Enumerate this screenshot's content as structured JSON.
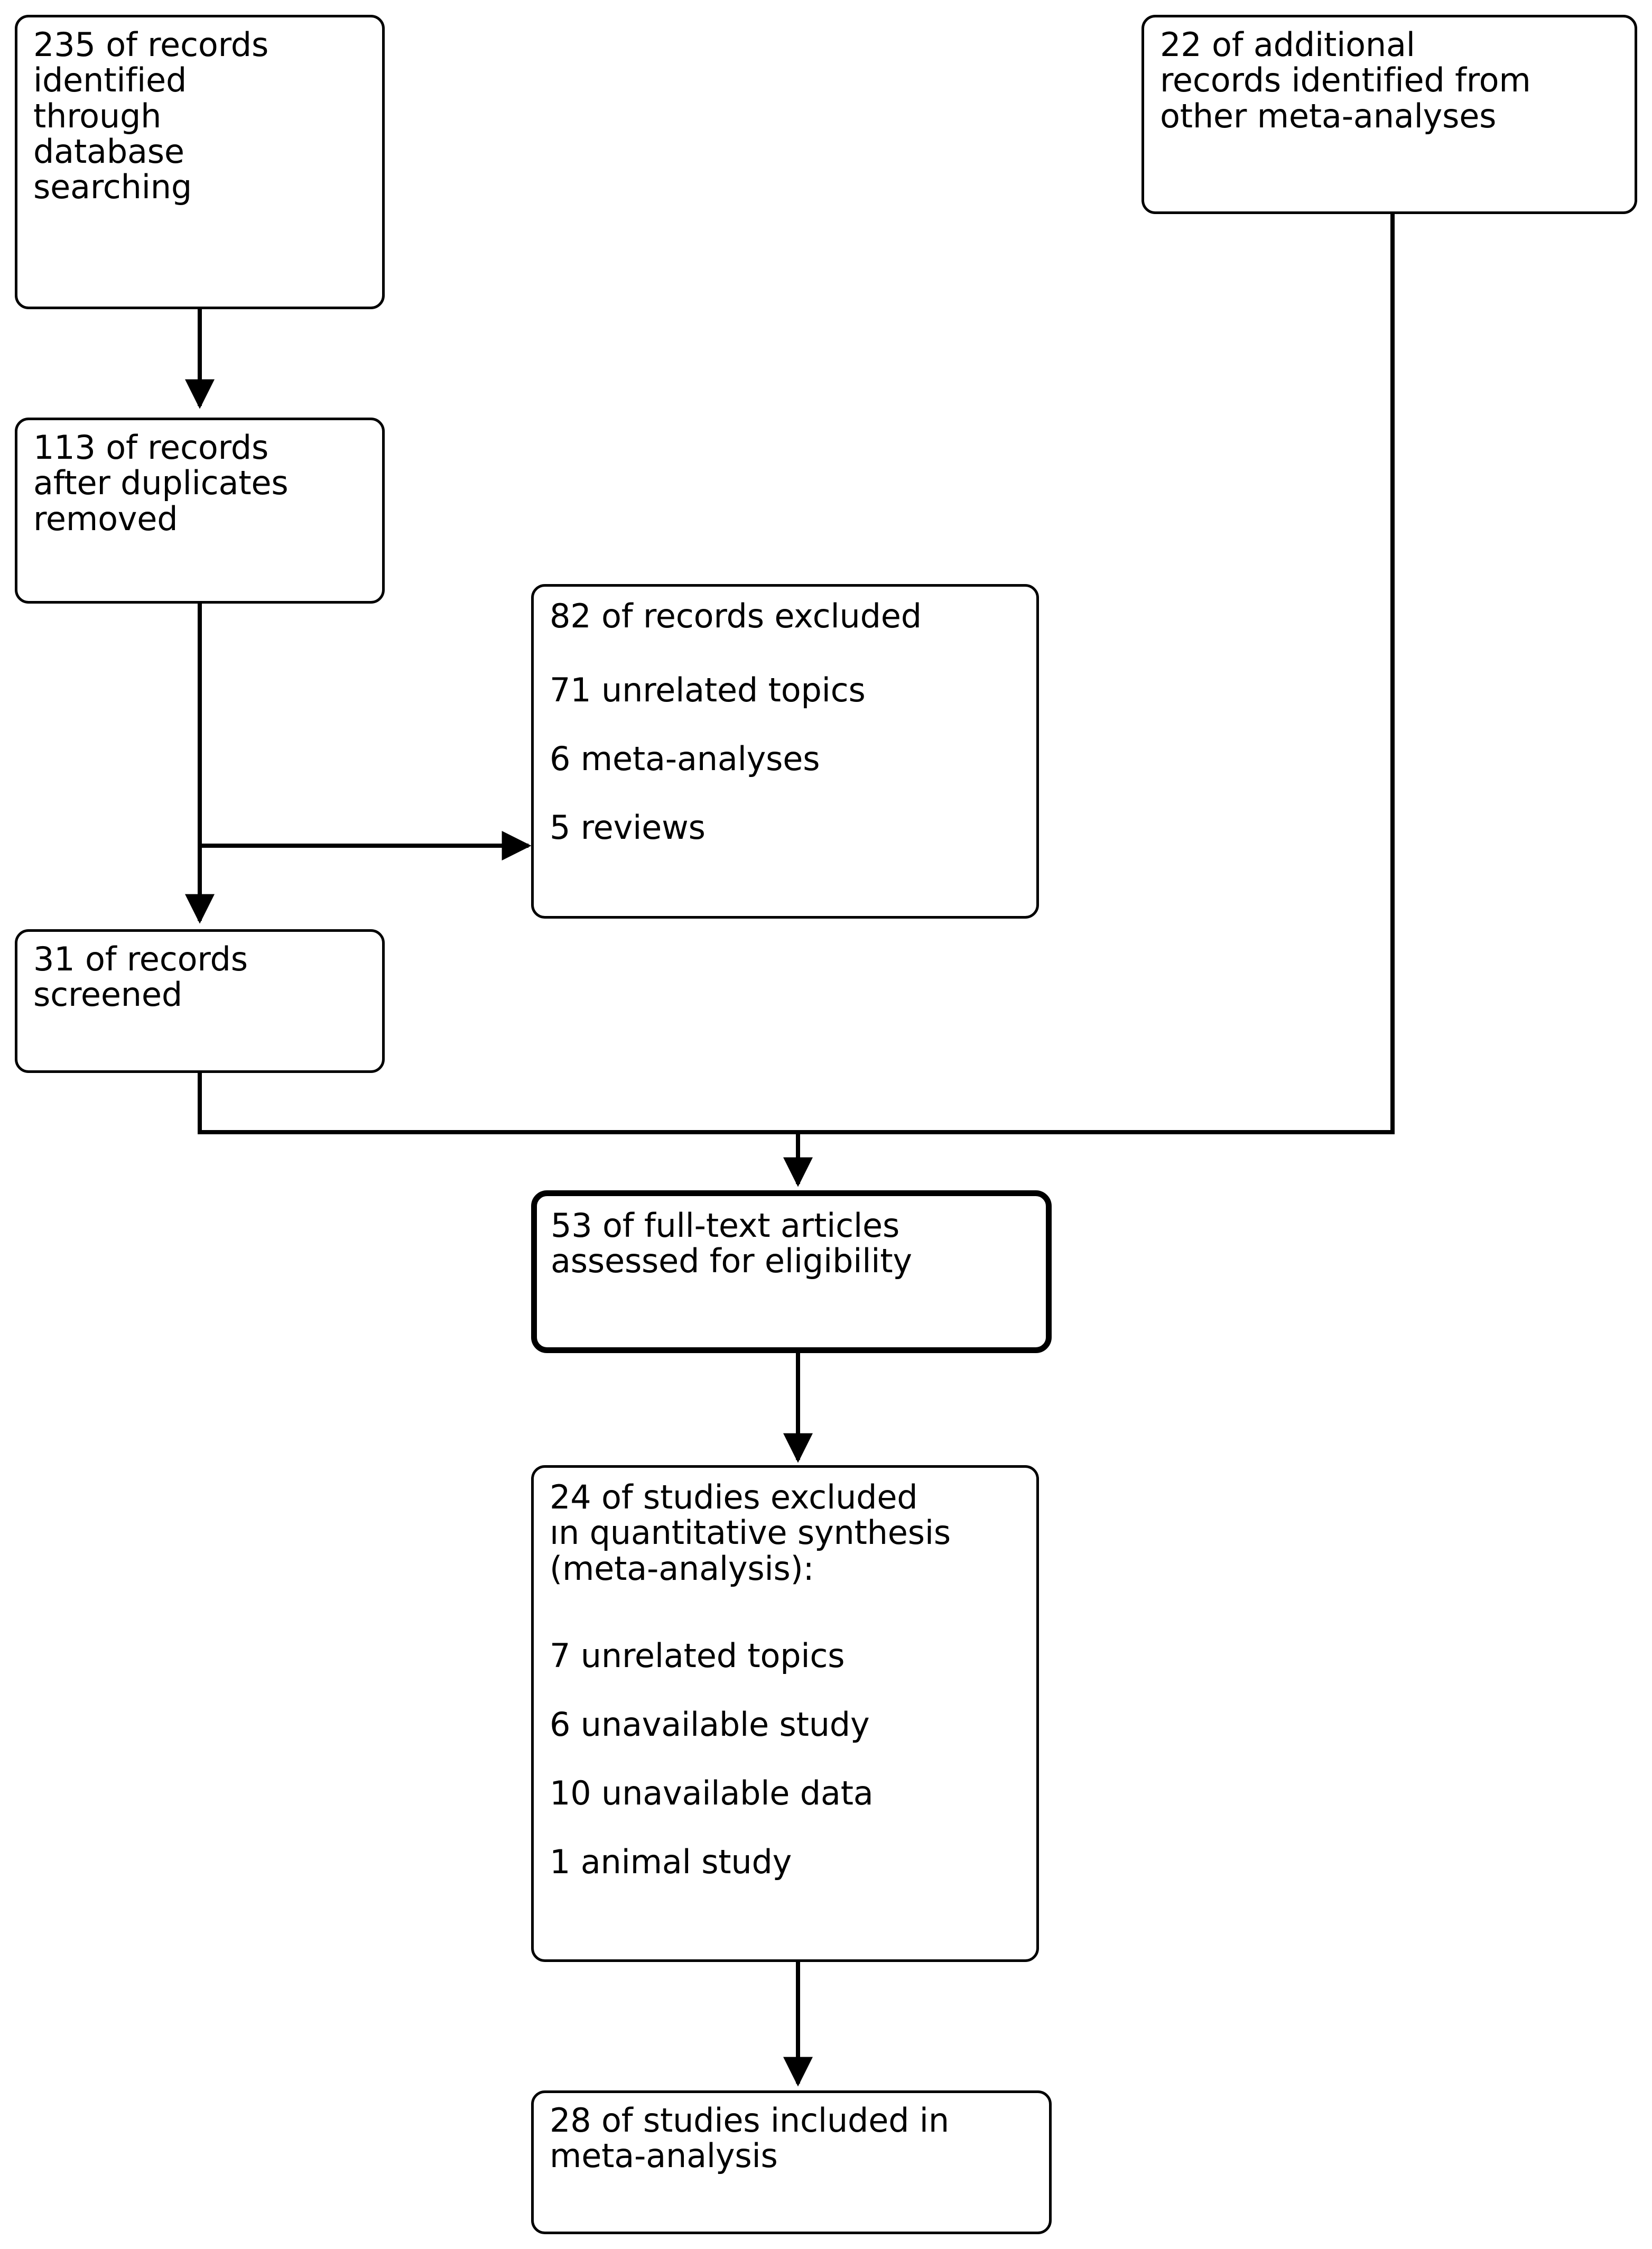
{
  "diagram": {
    "type": "prisma-flow-diagram",
    "orientation": "top-to-bottom",
    "colors": {
      "background": "#ffffff",
      "box_border": "#000000",
      "text": "#000000",
      "connector": "#000000"
    },
    "nodes": {
      "records_identified": {
        "id": "records-identified",
        "count": 235,
        "text": "235 of records\nidentified\nthrough\ndatabase\nsearching"
      },
      "additional_records": {
        "id": "additional-records",
        "count": 22,
        "text": "22 of additional\nrecords identified from\nother meta-analyses"
      },
      "duplicates_removed": {
        "id": "records-after-duplicates",
        "count": 113,
        "text": "113 of records\nafter duplicates\nremoved"
      },
      "records_excluded": {
        "id": "records-excluded",
        "count": 82,
        "heading": "82 of records excluded",
        "reasons": [
          {
            "count": 71,
            "label": "71 unrelated topics"
          },
          {
            "count": 6,
            "label": "6 meta-analyses"
          },
          {
            "count": 5,
            "label": "5 reviews"
          }
        ]
      },
      "records_screened": {
        "id": "records-screened",
        "count": 31,
        "text": "31 of records\nscreened"
      },
      "fulltext_assessed": {
        "id": "fulltext-assessed",
        "count": 53,
        "emphasis": true,
        "text": "53 of full-text articles\nassessed for eligibility"
      },
      "studies_excluded": {
        "id": "studies-excluded",
        "count": 24,
        "heading": "24 of studies excluded\nın quantitative synthesis\n(meta-analysis):",
        "reasons": [
          {
            "count": 7,
            "label": "7 unrelated topics"
          },
          {
            "count": 6,
            "label": "6 unavailable study"
          },
          {
            "count": 10,
            "label": "10  unavailable data"
          },
          {
            "count": 1,
            "label": "1 animal study"
          }
        ]
      },
      "studies_included": {
        "id": "studies-included",
        "count": 28,
        "text": "28 of studies included in\nmeta-analysis"
      }
    },
    "edges": [
      {
        "name": "identified-to-duplicates",
        "from": "records_identified",
        "to": "duplicates_removed",
        "arrowhead": true
      },
      {
        "name": "duplicates-to-screened",
        "from": "duplicates_removed",
        "to": "records_screened",
        "arrowhead": true
      },
      {
        "name": "duplicates-to-excluded",
        "from": "duplicates_removed",
        "to": "records_excluded",
        "arrowhead": true
      },
      {
        "name": "screened-to-fulltext",
        "from": "records_screened",
        "to": "fulltext_assessed",
        "arrowhead": true
      },
      {
        "name": "additional-to-fulltext",
        "from": "additional_records",
        "to": "fulltext_assessed",
        "arrowhead": false
      },
      {
        "name": "fulltext-to-studies-excluded",
        "from": "fulltext_assessed",
        "to": "studies_excluded",
        "arrowhead": true
      },
      {
        "name": "studies-excluded-to-included",
        "from": "studies_excluded",
        "to": "studies_included",
        "arrowhead": true
      }
    ]
  }
}
